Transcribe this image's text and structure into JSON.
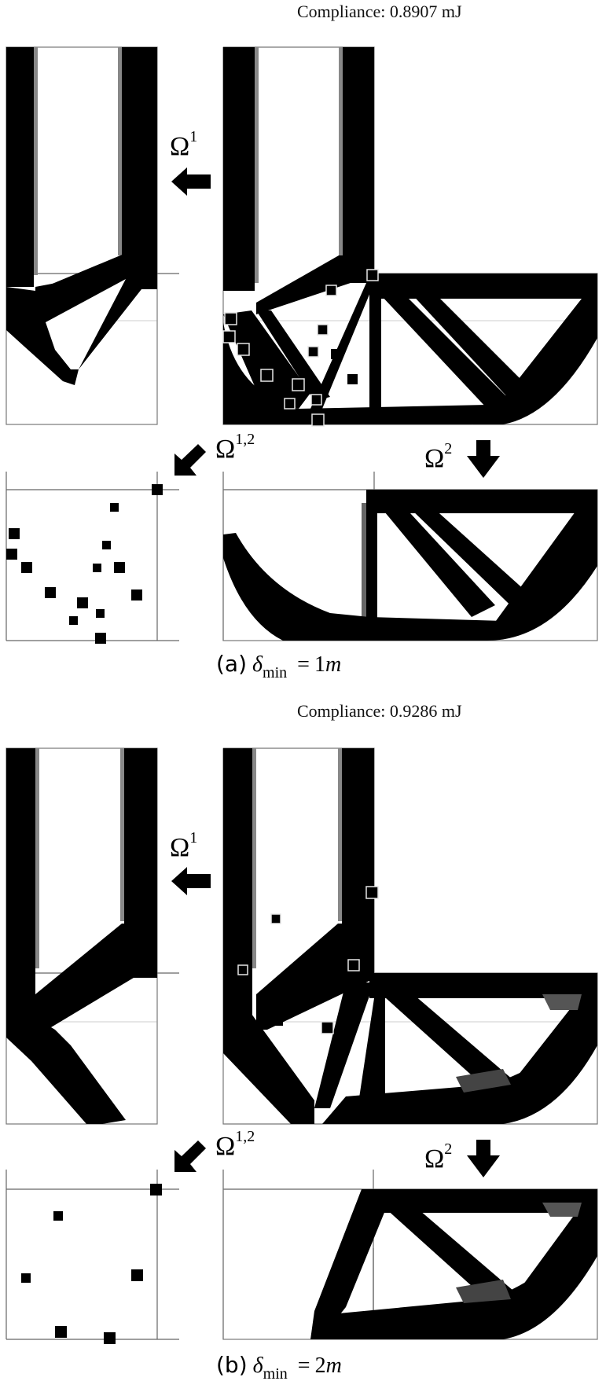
{
  "figure": {
    "groups": [
      {
        "id": "a",
        "compliance": "Compliance: 0.8907 mJ",
        "caption": {
          "label": "(a)",
          "symbol": "δ",
          "subscript": "min",
          "equals": "=",
          "value": "1",
          "unit": "m"
        },
        "labels": {
          "omega1": "Ω",
          "omega1_sup": "1",
          "omega12": "Ω",
          "omega12_sup": "1,2",
          "omega2": "Ω",
          "omega2_sup": "2"
        },
        "connector_count": 15
      },
      {
        "id": "b",
        "compliance": "Compliance: 0.9286 mJ",
        "caption": {
          "label": "(b)",
          "symbol": "δ",
          "subscript": "min",
          "equals": "=",
          "value": "2",
          "unit": "m"
        },
        "labels": {
          "omega1": "Ω",
          "omega1_sup": "1",
          "omega12": "Ω",
          "omega12_sup": "1,2",
          "omega2": "Ω",
          "omega2_sup": "2"
        },
        "connector_count": 6
      }
    ],
    "arrows": {
      "omega1": "left-arrow",
      "omega12": "down-left-arrow",
      "omega2": "down-arrow"
    },
    "colors": {
      "material": "#000000",
      "void": "#ffffff",
      "frame_line": "#666666",
      "connector_outline": "#e6e6e6"
    }
  }
}
